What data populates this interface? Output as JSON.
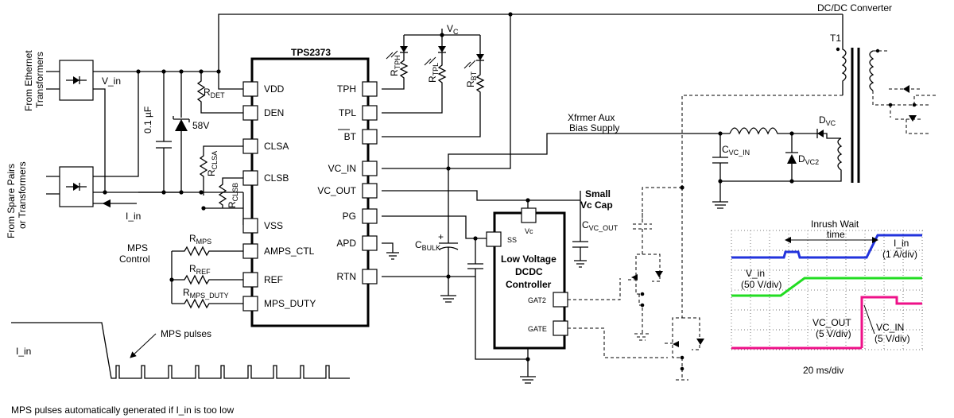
{
  "ic": {
    "name": "TPS2373",
    "left_pins": [
      "VDD",
      "DEN",
      "CLSA",
      "CLSB",
      "VSS",
      "AMPS_CTL",
      "REF",
      "MPS_DUTY"
    ],
    "right_pins": [
      "TPH",
      "TPL",
      "BT",
      "VC_IN",
      "VC_OUT",
      "PG",
      "APD",
      "RTN"
    ]
  },
  "controller": {
    "line1": "Low Voltage",
    "line2": "DCDC",
    "line3": "Controller",
    "pin_vc": "Vc",
    "pin_ss": "SS",
    "pin_gat2": "GAT2",
    "pin_gate": "GATE"
  },
  "inputs": {
    "eth_line1": "From Ethernet",
    "eth_line2": "Transformers",
    "spare_line1": "From Spare Pairs",
    "spare_line2": "or Transformers"
  },
  "labels": {
    "v_in": "V_in",
    "i_in": "I_in",
    "cap_01": "0.1 µF",
    "zener": "58V",
    "mps_control_1": "MPS",
    "mps_control_2": "Control",
    "vc": "V",
    "vc_sub": "C",
    "xfmr_aux_1": "Xfrmer Aux",
    "xfmr_aux_2": "Bias Supply",
    "dcdc": "DC/DC Converter",
    "t1": "T1",
    "small_vc_1": "Small",
    "small_vc_2": "Vc Cap",
    "mps_pulses": "MPS pulses",
    "i_in_wave": "I_in",
    "footer": "MPS pulses automatically generated if I_in is too low"
  },
  "components": {
    "r_det": "R",
    "r_det_sub": "DET",
    "r_clsa": "R",
    "r_clsa_sub": "CLSA",
    "r_clsb": "R",
    "r_clsb_sub": "CLSB",
    "r_mps": "R",
    "r_mps_sub": "MPS",
    "r_ref": "R",
    "r_ref_sub": "REF",
    "r_mps_duty": "R",
    "r_mps_duty_sub": "MPS_DUTY",
    "r_tph": "R",
    "r_tph_sub": "TPH",
    "r_tpl": "R",
    "r_tpl_sub": "TPL",
    "r_bt": "R",
    "r_bt_sub": "BT",
    "c_bulk": "C",
    "c_bulk_sub": "BULK",
    "c_vc_out": "C",
    "c_vc_out_sub": "VC_OUT",
    "c_vc_in": "C",
    "c_vc_in_sub": "VC_IN",
    "d_vc": "D",
    "d_vc_sub": "VC",
    "d_vc2": "D",
    "d_vc2_sub": "VC2"
  },
  "scope": {
    "inrush_1": "Inrush Wait",
    "inrush_2": "time",
    "i_in_1": "I_in",
    "i_in_2": "(1 A/div)",
    "v_in_1": "V_in",
    "v_in_2": "(50 V/div)",
    "vc_out_1": "VC_OUT",
    "vc_out_2": "(5 V/div)",
    "vc_in_1": "VC_IN",
    "vc_in_2": "(5 V/div)",
    "timebase": "20 ms/div",
    "colors": {
      "i_in": "#2233dd",
      "v_in": "#22dd22",
      "vc_out": "#ee1188",
      "vc_in": "#ee1188",
      "grid": "#7a7a7a"
    }
  }
}
